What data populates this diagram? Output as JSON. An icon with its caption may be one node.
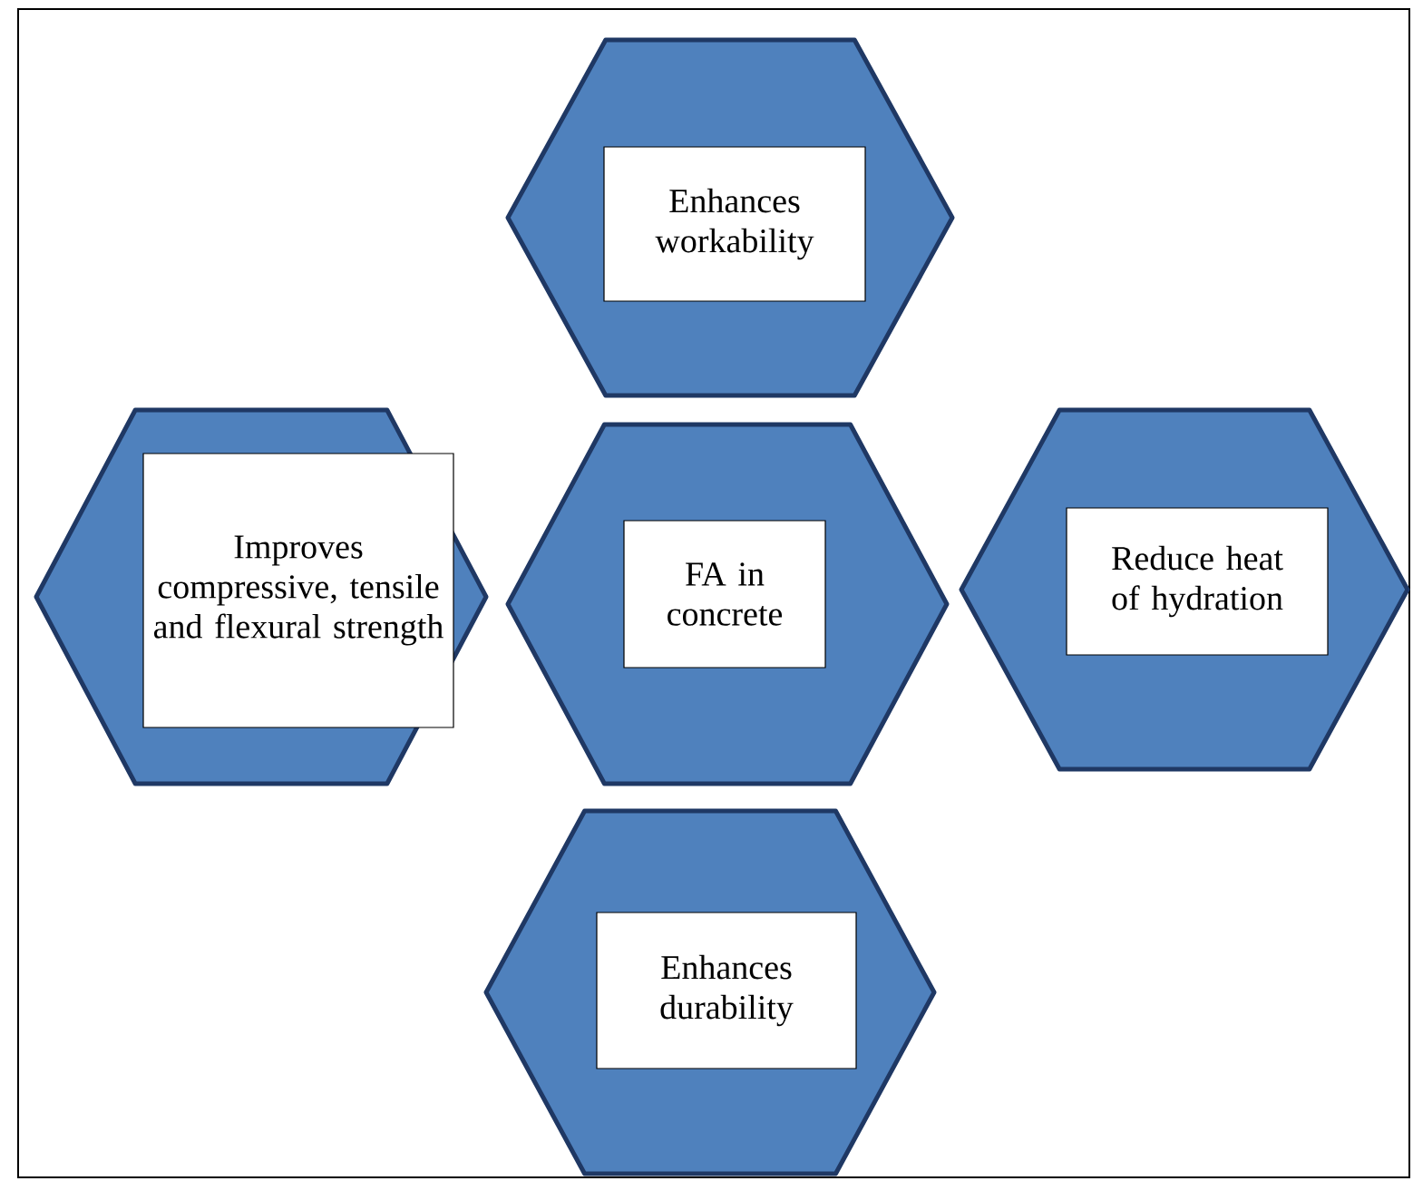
{
  "diagram": {
    "nodes": [
      {
        "text": [
          "Enhances workability"
        ]
      },
      {
        "text": [
          "Improves compressive, tensile and flexural strength"
        ]
      },
      {
        "text": [
          "FA in concrete"
        ]
      },
      {
        "text": [
          "Reduce heat of hydration"
        ]
      },
      {
        "text": [
          "Enhances durability"
        ]
      }
    ]
  }
}
